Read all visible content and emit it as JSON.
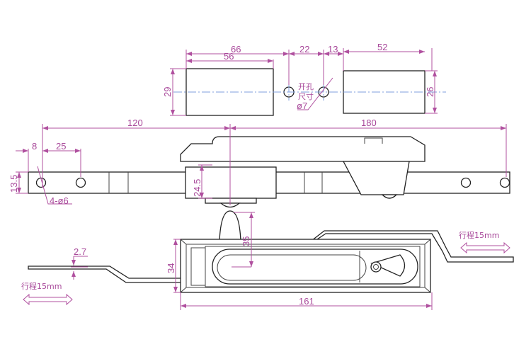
{
  "top_view": {
    "d66": "66",
    "d56": "56",
    "d22": "22",
    "d13": "13",
    "d52": "52",
    "d29": "29",
    "d26": "26",
    "hole_note_1": "开孔",
    "hole_note_2": "尺寸",
    "hole_dia": "ø7"
  },
  "side_view": {
    "d120": "120",
    "d180": "180",
    "d8": "8",
    "d25": "25",
    "d13_5": "13.5",
    "d24_5": "24.5",
    "holes": "4-ø6"
  },
  "front_view": {
    "d35": "35",
    "d34": "34",
    "d161": "161",
    "d2_7": "2.7",
    "stroke_left": "行程15mm",
    "stroke_right": "行程15mm"
  },
  "colors": {
    "dimension": "#b0509f",
    "centerline": "#7f9fdd",
    "outline": "#222222"
  }
}
